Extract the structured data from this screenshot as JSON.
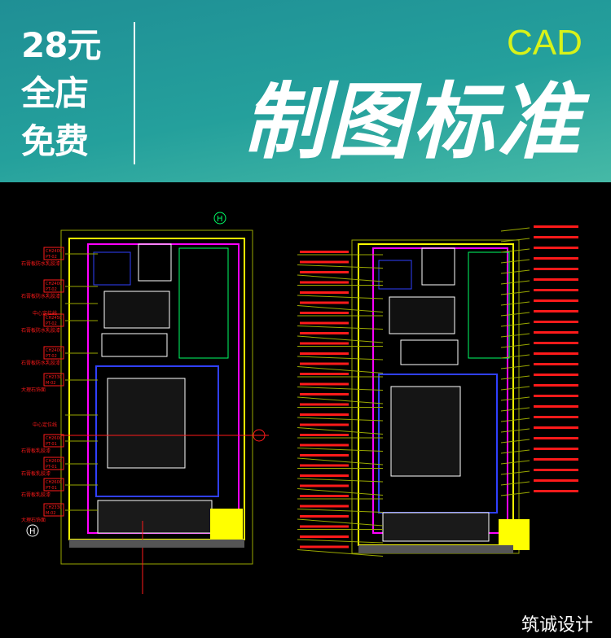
{
  "promo": {
    "line1": "28元",
    "line2": "全店",
    "line3": "免费"
  },
  "header": {
    "tag": "CAD",
    "title": "制图标准"
  },
  "watermark": "筑诚设计",
  "left_plan": {
    "labels": [
      {
        "code": "CH2400",
        "material": "PT-02",
        "desc": "石膏板防水乳胶漆"
      },
      {
        "code": "CH2400",
        "material": "PT-02",
        "desc": "石膏板防水乳胶漆"
      },
      {
        "code": "",
        "material": "",
        "desc": "中心定位线"
      },
      {
        "code": "CH2450",
        "material": "PT-02",
        "desc": "石膏板防水乳胶漆"
      },
      {
        "code": "CH2400",
        "material": "PT-02",
        "desc": "石膏板防水乳胶漆"
      },
      {
        "code": "CH2330",
        "material": "M-02",
        "desc": "大理石饰面"
      },
      {
        "code": "",
        "material": "",
        "desc": "中心定位线"
      },
      {
        "code": "CH2600",
        "material": "PT-01",
        "desc": "石膏板乳胶漆"
      },
      {
        "code": "CH2600",
        "material": "PT-01",
        "desc": "石膏板乳胶漆"
      },
      {
        "code": "CH2600",
        "material": "PT-01",
        "desc": "石膏板乳胶漆"
      },
      {
        "code": "CH2330",
        "material": "M-02",
        "desc": "大理石饰面"
      }
    ],
    "axis_marks": [
      "H",
      "H"
    ]
  },
  "colors": {
    "red": "#ff1a1a",
    "yellow": "#ffff00",
    "olive": "#9aa800",
    "blue": "#3040ff",
    "magenta": "#ff00ff",
    "green": "#00ff66",
    "white": "#ffffff",
    "accent": "#d7f21a"
  }
}
